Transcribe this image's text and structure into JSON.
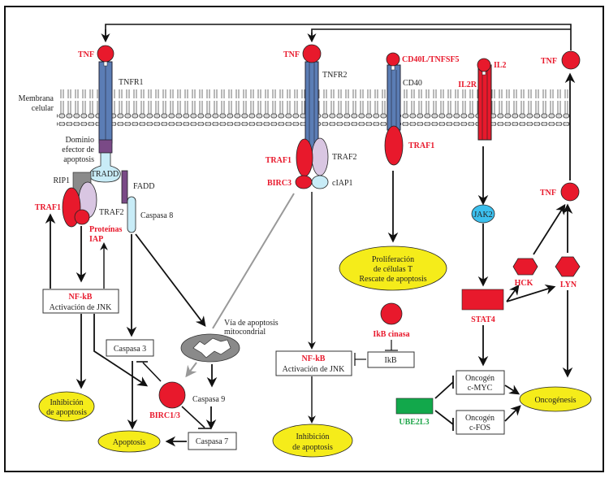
{
  "title": "Vías de señalización de TNF, CD40 e IL2 en apoptosis y oncogénesis",
  "membrane": {
    "label_line1": "Membrana",
    "label_line2": "celular"
  },
  "left_pathway": {
    "ligand": "TNF",
    "receptor": "TNFR1",
    "death_domain_line1": "Dominio",
    "death_domain_line2": "efector de",
    "death_domain_line3": "apoptosis",
    "tradd": "TRADD",
    "rip1": "RIP1",
    "fadd": "FADD",
    "traf1": "TRAF1",
    "traf2": "TRAF2",
    "caspase8": "Caspasa 8",
    "iap_line1": "Proteínas",
    "iap_line2": "IAP",
    "nfkb_title": "NF-kB",
    "nfkb_sub": "Activación de JNK",
    "caspase3": "Caspasa 3",
    "mito_line1": "Vía de apoptosis",
    "mito_line2": "mitocondrial",
    "caspase9": "Caspasa 9",
    "caspase7": "Caspasa 7",
    "birc": "BIRC1/3",
    "inhibition_line1": "Inhibición",
    "inhibition_line2": "de apoptosis",
    "apoptosis": "Apoptosis"
  },
  "middle_pathway": {
    "ligand": "TNF",
    "receptor": "TNFR2",
    "traf1": "TRAF1",
    "traf2": "TRAF2",
    "birc3": "BIRC3",
    "ciap1": "cIAP1",
    "nfkb_title": "NF-kB",
    "nfkb_sub": "Activación de JNK",
    "inhibition_line1": "Inhibición",
    "inhibition_line2": "de apoptosis"
  },
  "cd40_pathway": {
    "ligand": "CD40L/TNFSF5",
    "receptor": "CD40",
    "traf1": "TRAF1",
    "outcome_line1": "Proliferación",
    "outcome_line2": "de células T",
    "outcome_line3": "Rescate de apoptosis",
    "ikk": "IkB cinasa",
    "ikb": "IkB"
  },
  "il2_pathway": {
    "ligand": "IL2",
    "receptor": "IL2R",
    "jak2": "JAK2",
    "stat4": "STAT4",
    "hck": "HCK",
    "lyn": "LYN",
    "tnf_mid": "TNF",
    "tnf_top": "TNF",
    "myc_line1": "Oncogén",
    "myc_line2": "c-MYC",
    "fos_line1": "Oncogén",
    "fos_line2": "c-FOS",
    "ube2l3": "UBE2L3",
    "oncogenesis": "Oncogénesis"
  },
  "colors": {
    "red": "#e8192c",
    "receptor_blue": "#5b7db5",
    "yellow": "#f5ec1a",
    "light_blue": "#c8ecf7",
    "lilac": "#d9c6e2",
    "purple": "#7a4a86",
    "green": "#12a84b",
    "jak_blue": "#3cc0ee",
    "grey": "#8a8a8a"
  }
}
